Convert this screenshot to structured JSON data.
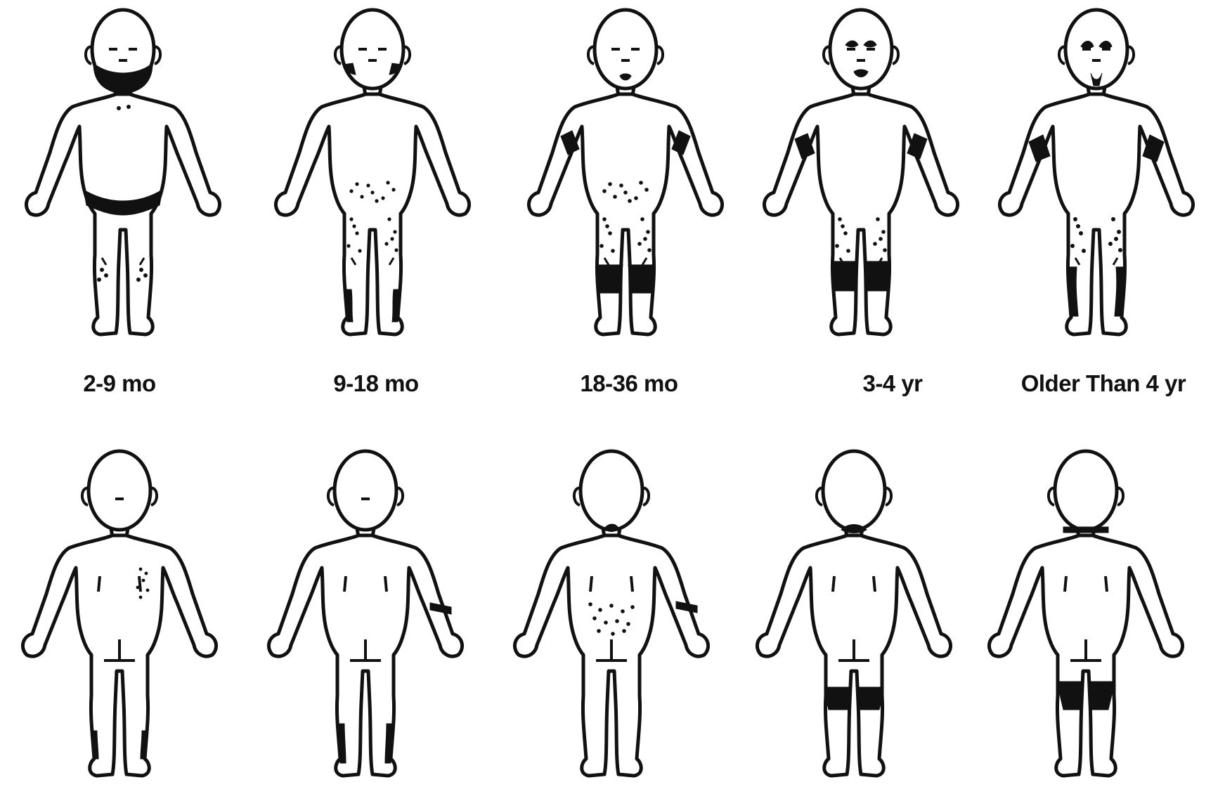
{
  "colors": {
    "ink": "#111111",
    "background": "#ffffff"
  },
  "stages": [
    {
      "label": "2-9 mo",
      "lesion_areas": [
        "cheeks",
        "chin",
        "diaper area",
        "knees"
      ]
    },
    {
      "label": "9-18 mo",
      "lesion_areas": [
        "cheeks",
        "abdomen",
        "thighs",
        "shins",
        "wrists"
      ]
    },
    {
      "label": "18-36 mo",
      "lesion_areas": [
        "around mouth",
        "antecubital fossae",
        "lower abdomen",
        "knees",
        "nape",
        "lower back"
      ]
    },
    {
      "label": "3-4 yr",
      "lesion_areas": [
        "eyelids",
        "around mouth",
        "antecubital fossae",
        "thighs",
        "knees",
        "nape",
        "popliteal fossae"
      ]
    },
    {
      "label": "Older Than 4 yr",
      "lesion_areas": [
        "eyelids",
        "around mouth",
        "antecubital fossae",
        "thighs",
        "shins",
        "neck",
        "popliteal fossae"
      ]
    }
  ]
}
